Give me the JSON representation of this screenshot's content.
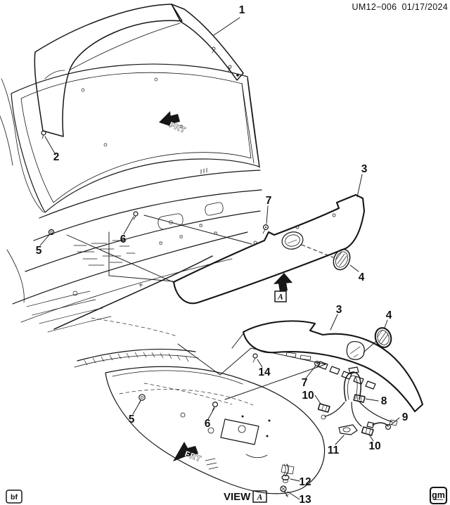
{
  "header": {
    "drawing_id": "UM12−006",
    "date": "01/17/2024"
  },
  "direction_indicators": {
    "frt_top": "FRT",
    "frt_bottom": "FRT",
    "view_arrow_letter": "A"
  },
  "footer": {
    "left_code": "bf",
    "view_label": "VIEW",
    "view_letter": "A",
    "right_code": "gm"
  },
  "callouts": {
    "top_view": {
      "c1": "1",
      "c2": "2",
      "c3": "3",
      "c4": "4",
      "c5": "5",
      "c6": "6",
      "c7": "7"
    },
    "bottom_view": {
      "c3": "3",
      "c4": "4",
      "c5": "5",
      "c6": "6",
      "c7": "7",
      "c8": "8",
      "c9": "9",
      "c10a": "10",
      "c10b": "10",
      "c11": "11",
      "c12": "12",
      "c13": "13",
      "c14": "14"
    }
  }
}
